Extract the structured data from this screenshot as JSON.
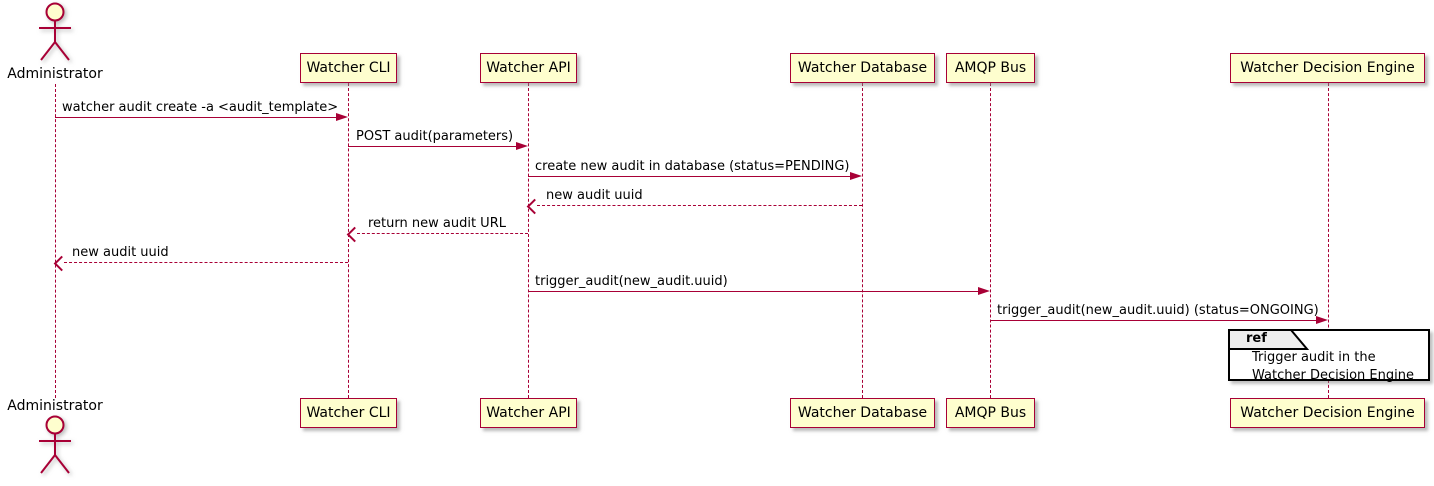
{
  "diagram_type": "uml-sequence-diagram",
  "actor": {
    "name": "Administrator"
  },
  "participants": [
    {
      "name": "Watcher CLI"
    },
    {
      "name": "Watcher API"
    },
    {
      "name": "Watcher Database"
    },
    {
      "name": "AMQP Bus"
    },
    {
      "name": "Watcher Decision Engine"
    }
  ],
  "messages": [
    {
      "from": "Administrator",
      "to": "Watcher CLI",
      "label": "watcher audit create -a <audit_template>",
      "line": "solid",
      "arrow": "filled-right"
    },
    {
      "from": "Watcher CLI",
      "to": "Watcher API",
      "label": "POST audit(parameters)",
      "line": "solid",
      "arrow": "filled-right"
    },
    {
      "from": "Watcher API",
      "to": "Watcher Database",
      "label": "create new audit in database (status=PENDING)",
      "line": "solid",
      "arrow": "filled-right"
    },
    {
      "from": "Watcher Database",
      "to": "Watcher API",
      "label": "new audit uuid",
      "line": "dashed",
      "arrow": "open-left"
    },
    {
      "from": "Watcher API",
      "to": "Watcher CLI",
      "label": "return new audit URL",
      "line": "dashed",
      "arrow": "open-left"
    },
    {
      "from": "Watcher CLI",
      "to": "Administrator",
      "label": "new audit uuid",
      "line": "dashed",
      "arrow": "open-left"
    },
    {
      "from": "Watcher API",
      "to": "AMQP Bus",
      "label": "trigger_audit(new_audit.uuid)",
      "line": "solid",
      "arrow": "filled-right"
    },
    {
      "from": "AMQP Bus",
      "to": "Watcher Decision Engine",
      "label": "trigger_audit(new_audit.uuid) (status=ONGOING)",
      "line": "solid",
      "arrow": "filled-right"
    }
  ],
  "ref": {
    "keyword": "ref",
    "lines": [
      "Trigger audit in the",
      "Watcher Decision Engine"
    ],
    "over": "Watcher Decision Engine"
  },
  "colors": {
    "participant_fill": "#FEFECE",
    "participant_border": "#A80036",
    "message_line": "#A80036",
    "lifeline": "#A80036",
    "text": "#000000",
    "ref_border": "#000000",
    "ref_tab_fill": "#EEEEEE",
    "background": "#FFFFFF"
  }
}
